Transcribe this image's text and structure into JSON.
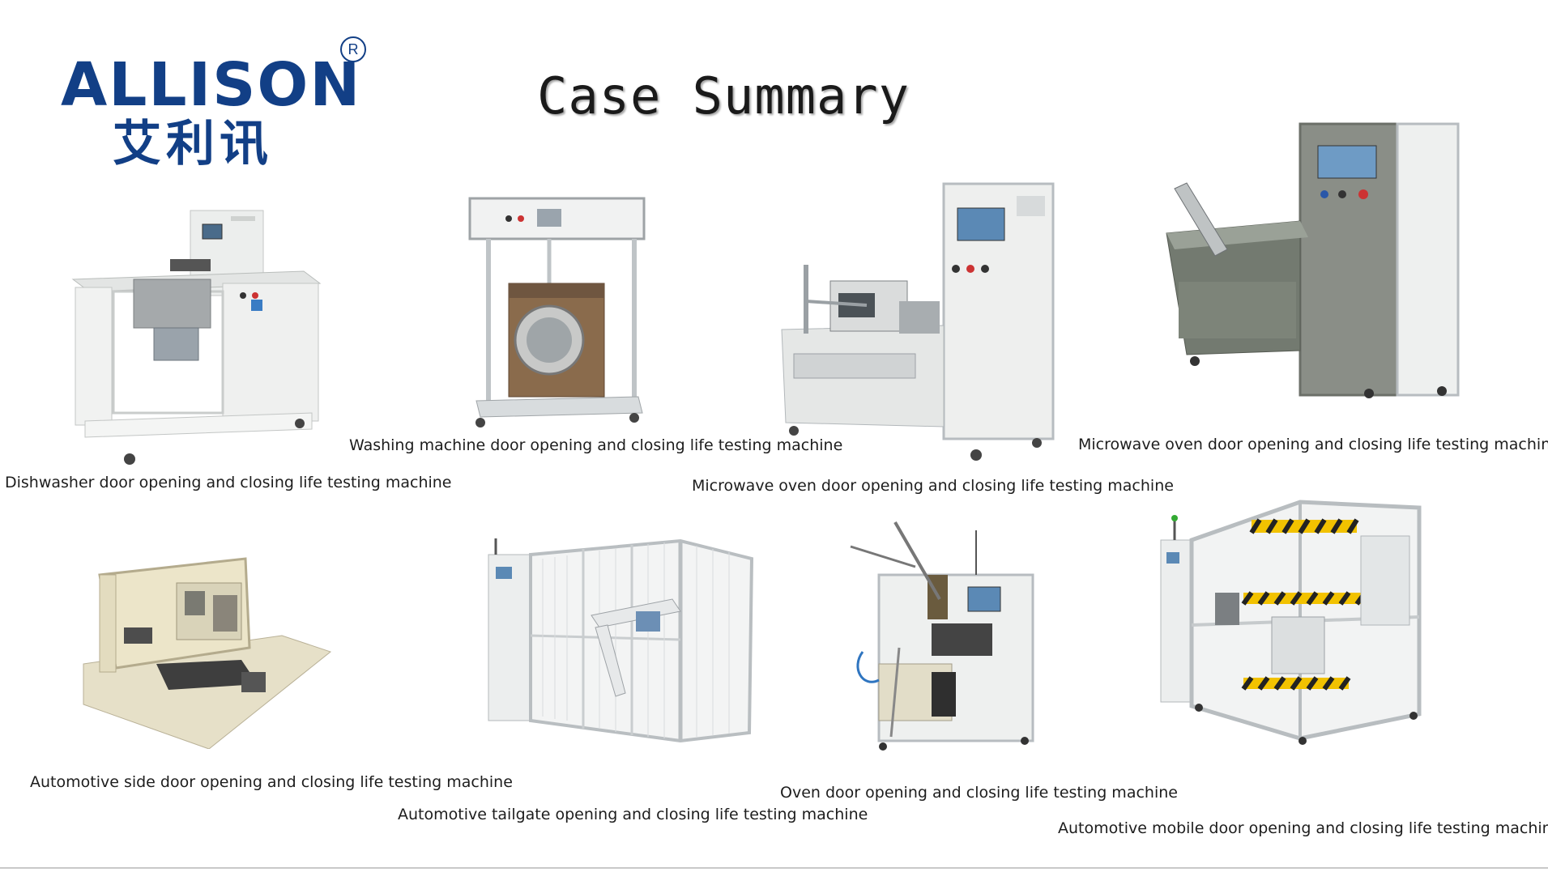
{
  "header": {
    "logo_text": "ALLISON",
    "logo_cjk": "艾利讯",
    "logo_registered": "R",
    "title": "Case Summary"
  },
  "cases": [
    {
      "caption": "Dishwasher door opening and closing life testing machine",
      "icon": "dishwasher-tester-photo"
    },
    {
      "caption": "Washing machine door opening and closing life testing machine",
      "icon": "washing-machine-tester-photo"
    },
    {
      "caption": "Microwave oven door opening and closing life testing machine",
      "icon": "microwave-tester-photo"
    },
    {
      "caption": "Microwave oven door opening and closing life testing machine",
      "icon": "microwave-tester-large-photo"
    },
    {
      "caption": "Automotive side door opening and closing life testing machine",
      "icon": "side-door-tester-photo"
    },
    {
      "caption": "Automotive tailgate opening and closing life testing machine",
      "icon": "tailgate-tester-photo"
    },
    {
      "caption": "Oven door opening and closing life testing machine",
      "icon": "oven-tester-photo"
    },
    {
      "caption": "Automotive mobile door opening and closing life testing machine",
      "icon": "mobile-door-tester-photo"
    }
  ],
  "colors": {
    "brand": "#123f86",
    "cabinet": "#e9ebea",
    "frame": "#b7bcc0",
    "title": "#1a1a1a"
  }
}
